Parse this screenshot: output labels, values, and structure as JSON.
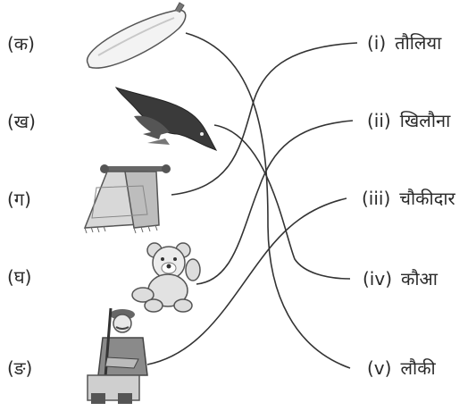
{
  "left_labels": [
    "(क)",
    "(ख)",
    "(ग)",
    "(घ)",
    "(ङ)"
  ],
  "pictures": [
    "gourd-icon",
    "crow-icon",
    "towel-icon",
    "teddy-bear-icon",
    "watchman-icon"
  ],
  "right_items": [
    {
      "num": "(i)",
      "word": "तौलिया"
    },
    {
      "num": "(ii)",
      "word": "खिलौना"
    },
    {
      "num": "(iii)",
      "word": "चौकीदार"
    },
    {
      "num": "(iv)",
      "word": "कौआ"
    },
    {
      "num": "(v)",
      "word": "लौकी"
    }
  ],
  "matches": [
    {
      "left": "(क)",
      "right": "(v)"
    },
    {
      "left": "(ख)",
      "right": "(iv)"
    },
    {
      "left": "(ग)",
      "right": "(i)"
    },
    {
      "left": "(घ)",
      "right": "(ii)"
    },
    {
      "left": "(ङ)",
      "right": "(iii)"
    }
  ],
  "colors": {
    "ink": "#2a2a2a",
    "line": "#333333"
  }
}
